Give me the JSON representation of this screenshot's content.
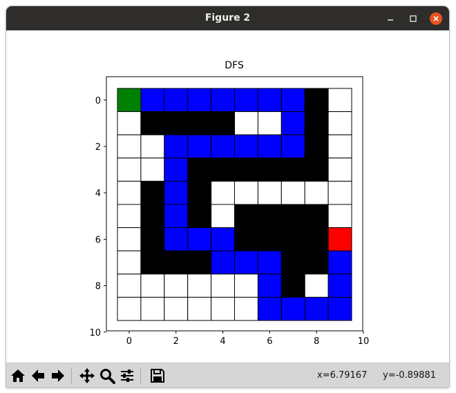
{
  "window": {
    "title": "Figure 2"
  },
  "plot": {
    "title": "DFS"
  },
  "chart_data": {
    "type": "heatmap",
    "title": "DFS",
    "grid_size": [
      10,
      10
    ],
    "cell_legend": {
      "0": "white",
      "1": "black",
      "2": "blue",
      "3": "green",
      "4": "red"
    },
    "colors": {
      "0": "#ffffff",
      "1": "#000000",
      "2": "#0000ff",
      "3": "#008000",
      "4": "#ff0000"
    },
    "grid": [
      [
        3,
        2,
        2,
        2,
        2,
        2,
        2,
        2,
        1,
        0
      ],
      [
        0,
        1,
        1,
        1,
        1,
        0,
        0,
        2,
        1,
        0
      ],
      [
        0,
        0,
        2,
        2,
        2,
        2,
        2,
        2,
        1,
        0
      ],
      [
        0,
        0,
        2,
        1,
        1,
        1,
        1,
        1,
        1,
        0
      ],
      [
        0,
        1,
        2,
        1,
        0,
        0,
        0,
        0,
        0,
        0
      ],
      [
        0,
        1,
        2,
        1,
        0,
        1,
        1,
        1,
        1,
        0
      ],
      [
        0,
        1,
        2,
        2,
        2,
        1,
        1,
        1,
        1,
        4
      ],
      [
        0,
        1,
        1,
        1,
        2,
        2,
        2,
        1,
        1,
        2
      ],
      [
        0,
        0,
        0,
        0,
        0,
        0,
        2,
        1,
        0,
        2
      ],
      [
        0,
        0,
        0,
        0,
        0,
        0,
        2,
        2,
        2,
        2
      ]
    ],
    "xlim": [
      -0.5,
      9.5
    ],
    "ylim": [
      9.5,
      -0.5
    ],
    "x_ticks": [
      "0",
      "2",
      "4",
      "6",
      "8",
      "10"
    ],
    "y_ticks": [
      "0",
      "2",
      "4",
      "6",
      "8",
      "10"
    ],
    "x_tick_values": [
      0,
      2,
      4,
      6,
      8,
      10
    ],
    "y_tick_values": [
      0,
      2,
      4,
      6,
      8,
      10
    ]
  },
  "toolbar": {
    "icons": [
      "home-icon",
      "back-icon",
      "forward-icon",
      "pan-icon",
      "zoom-icon",
      "configure-icon",
      "save-icon"
    ],
    "x_coord": "x=6.79167",
    "y_coord": "y=-0.89881"
  }
}
